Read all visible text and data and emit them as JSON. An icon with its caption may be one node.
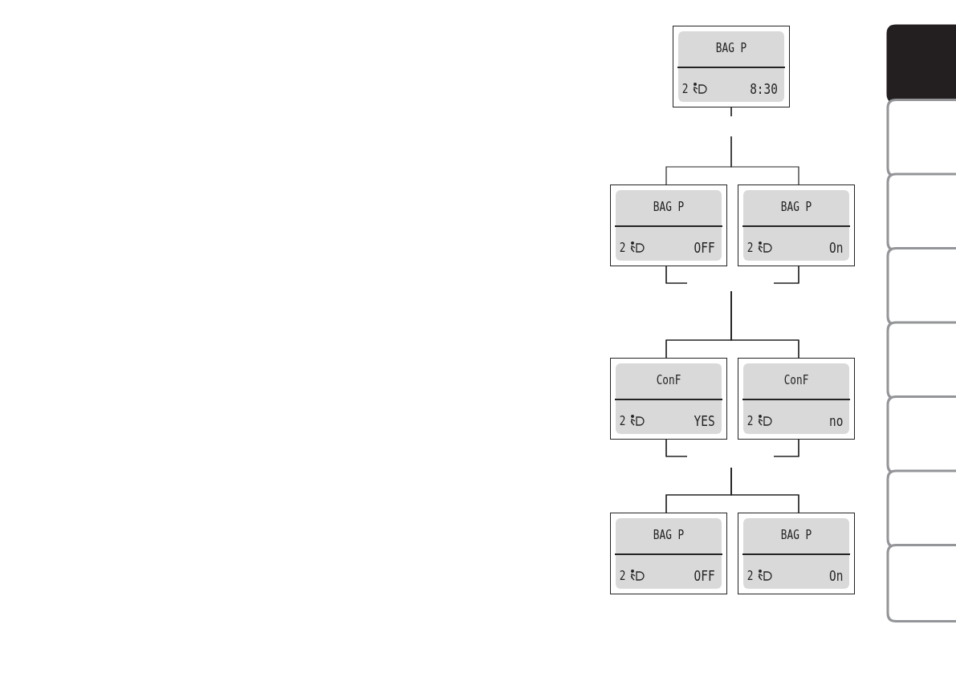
{
  "diagram": {
    "nodes": [
      {
        "text": [
          "BAG P",
          "2",
          "8:30"
        ]
      },
      {
        "text": [
          "BAG P",
          "2",
          "OFF"
        ]
      },
      {
        "text": [
          "BAG P",
          "2",
          "On"
        ]
      },
      {
        "text": [
          "ConF",
          "2",
          "YES"
        ]
      },
      {
        "text": [
          "ConF",
          "2",
          "no"
        ]
      },
      {
        "text": [
          "BAG P",
          "2",
          "OFF"
        ]
      },
      {
        "text": [
          "BAG P",
          "2",
          "On"
        ]
      }
    ],
    "edges": [
      {
        "from": 0,
        "to": 1,
        "arrow": "none"
      },
      {
        "from": 0,
        "to": 2,
        "arrow": "none"
      },
      {
        "from": 1,
        "to": 3,
        "arrow": "none"
      },
      {
        "from": 1,
        "to": 4,
        "arrow": "none"
      },
      {
        "from": 2,
        "to": 3,
        "arrow": "none"
      },
      {
        "from": 2,
        "to": 4,
        "arrow": "none"
      },
      {
        "from": 3,
        "to": 5,
        "arrow": "none"
      },
      {
        "from": 3,
        "to": 6,
        "arrow": "none"
      },
      {
        "from": 4,
        "to": 5,
        "arrow": "none"
      },
      {
        "from": 4,
        "to": 6,
        "arrow": "none"
      }
    ]
  }
}
